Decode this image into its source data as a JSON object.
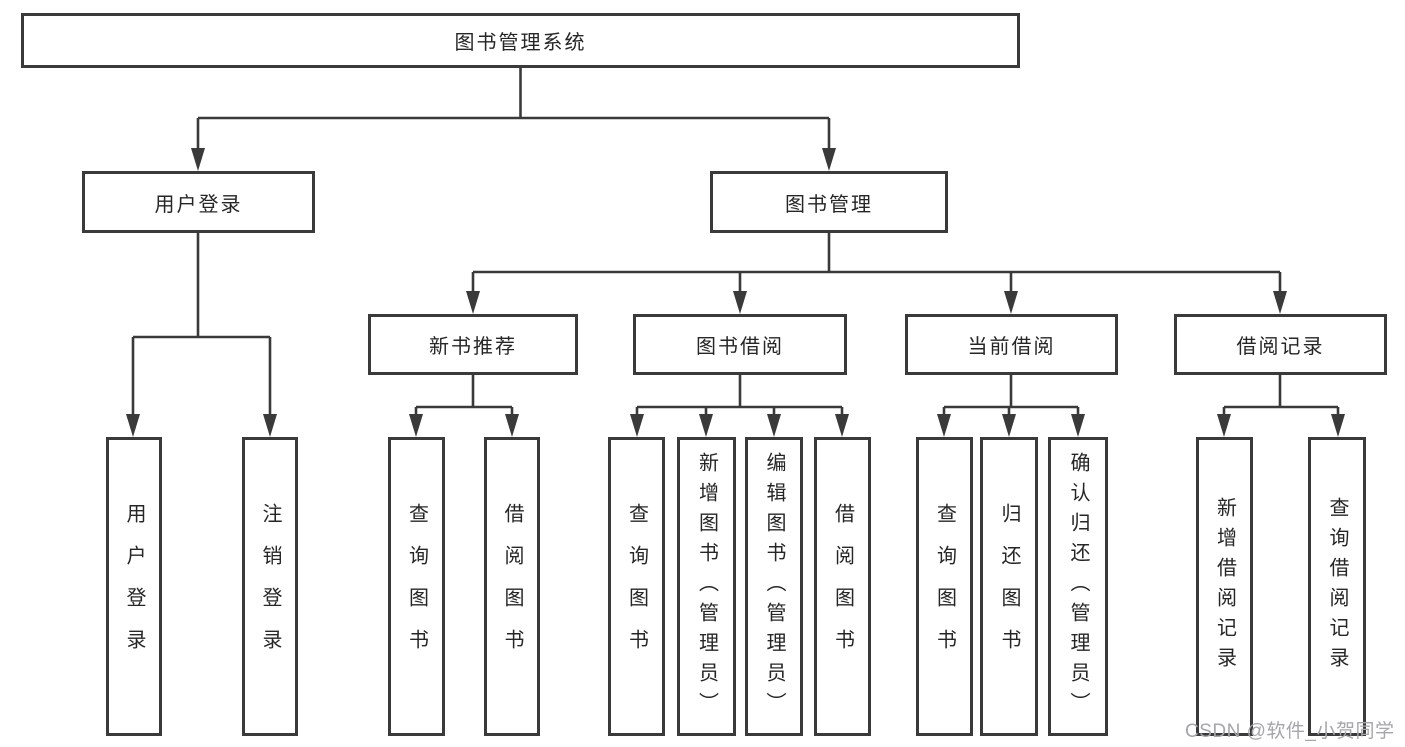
{
  "tree": {
    "root": {
      "label": "图书管理系统"
    },
    "user_login": {
      "label": "用户登录",
      "children": [
        {
          "label": "用户登录"
        },
        {
          "label": "注销登录"
        }
      ]
    },
    "book_management": {
      "label": "图书管理",
      "children": [
        {
          "label": "新书推荐",
          "children": [
            {
              "label": "查询图书"
            },
            {
              "label": "借阅图书"
            }
          ]
        },
        {
          "label": "图书借阅",
          "children": [
            {
              "label": "查询图书"
            },
            {
              "label": "新增图书（管理员）"
            },
            {
              "label": "编辑图书（管理员）"
            },
            {
              "label": "借阅图书"
            }
          ]
        },
        {
          "label": "当前借阅",
          "children": [
            {
              "label": "查询图书"
            },
            {
              "label": "归还图书"
            },
            {
              "label": "确认归还（管理员）"
            }
          ]
        },
        {
          "label": "借阅记录",
          "children": [
            {
              "label": "新增借阅记录"
            },
            {
              "label": "查询借阅记录"
            }
          ]
        }
      ]
    }
  },
  "watermark": {
    "text": "CSDN @软件_小贺同学"
  },
  "colors": {
    "line": "#3a3a3a",
    "text": "#262626",
    "watermark": "#a6a6aa",
    "background": "#ffffff"
  }
}
